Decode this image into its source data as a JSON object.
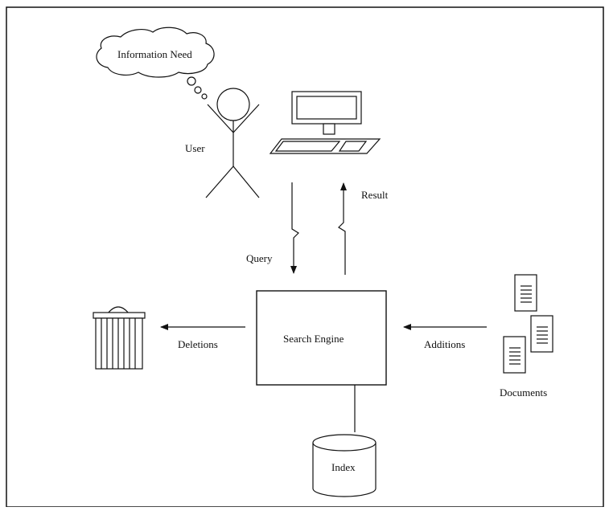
{
  "diagram": {
    "labels": {
      "information_need": "Information Need",
      "user": "User",
      "result": "Result",
      "query": "Query",
      "search_engine": "Search Engine",
      "deletions": "Deletions",
      "additions": "Additions",
      "documents": "Documents",
      "index": "Index"
    }
  }
}
